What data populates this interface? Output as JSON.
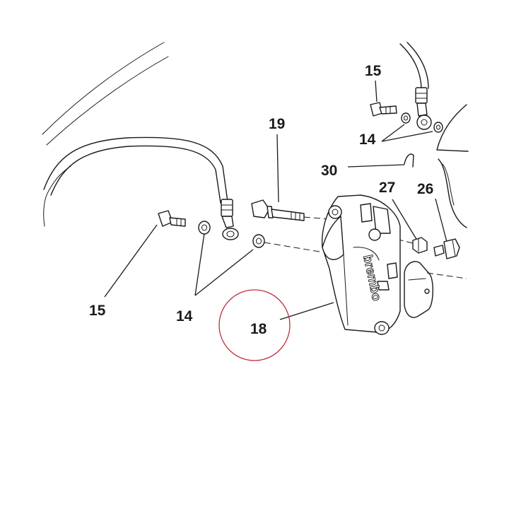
{
  "callouts": {
    "bolt_top_right": "15",
    "washers_top_right": "14",
    "bolt_long": "19",
    "clip": "30",
    "bleeder": "27",
    "cap": "26",
    "bolt_left": "15",
    "washers_left": "14",
    "caliper_highlighted": "18"
  },
  "caliper_brand": "brembo",
  "highlight_color": "#c0303c"
}
